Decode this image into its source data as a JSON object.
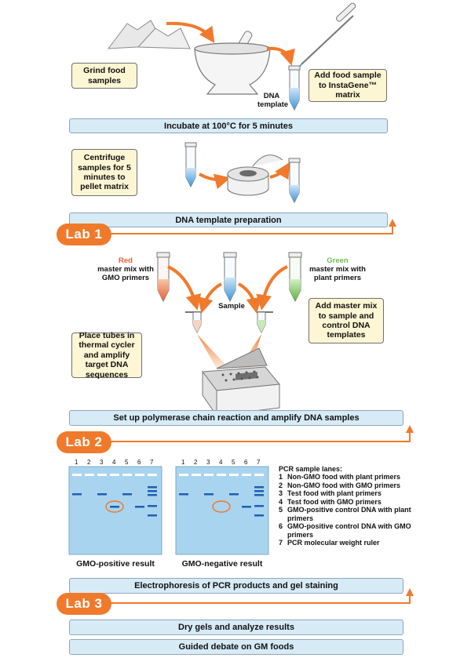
{
  "steps": {
    "grind": "Grind food samples",
    "add_sample": "Add food sample to InstaGene™ matrix",
    "dna_template": "DNA template",
    "incubate": "Incubate at 100°C for 5 minutes",
    "centrifuge": "Centrifuge samples for 5 minutes to pellet matrix",
    "template_prep": "DNA template preparation",
    "lab1": "Lab 1",
    "red_word": "Red",
    "red_rest": "master mix with GMO primers",
    "green_word": "Green",
    "green_rest": "master mix with plant primers",
    "sample": "Sample",
    "add_master_mix": "Add master mix to sample and control DNA templates",
    "place_tubes": "Place tubes in thermal cycler and amplify target DNA sequences",
    "pcr_setup": "Set up polymerase chain reaction and amplify DNA samples",
    "lab2": "Lab 2",
    "gmo_positive": "GMO-positive result",
    "gmo_negative": "GMO-negative result",
    "electrophoresis": "Electrophoresis of PCR products and gel staining",
    "lab3": "Lab 3",
    "dry_gels": "Dry gels and analyze results",
    "debate": "Guided debate on GM foods"
  },
  "lane_numbers": [
    "1",
    "2",
    "3",
    "4",
    "5",
    "6",
    "7"
  ],
  "legend": {
    "title": "PCR sample lanes:",
    "items": [
      {
        "n": "1",
        "text": "Non-GMO food with plant primers"
      },
      {
        "n": "2",
        "text": "Non-GMO food with GMO primers"
      },
      {
        "n": "3",
        "text": "Test food with plant primers"
      },
      {
        "n": "4",
        "text": "Test food with GMO primers"
      },
      {
        "n": "5",
        "text": "GMO-positive control DNA with plant primers"
      },
      {
        "n": "6",
        "text": "GMO-positive control DNA with GMO primers"
      },
      {
        "n": "7",
        "text": "PCR molecular weight ruler"
      }
    ]
  },
  "colors": {
    "orange": "#f07a2c",
    "note_bg": "#fdf6d4",
    "bar_bg": "#d7ebf7",
    "gel": "#a9d4ef",
    "band": "#1f5fb0",
    "red_mix": "#e5603a",
    "green_mix": "#6cbf4a",
    "blue_liquid": "#5aa9df"
  }
}
